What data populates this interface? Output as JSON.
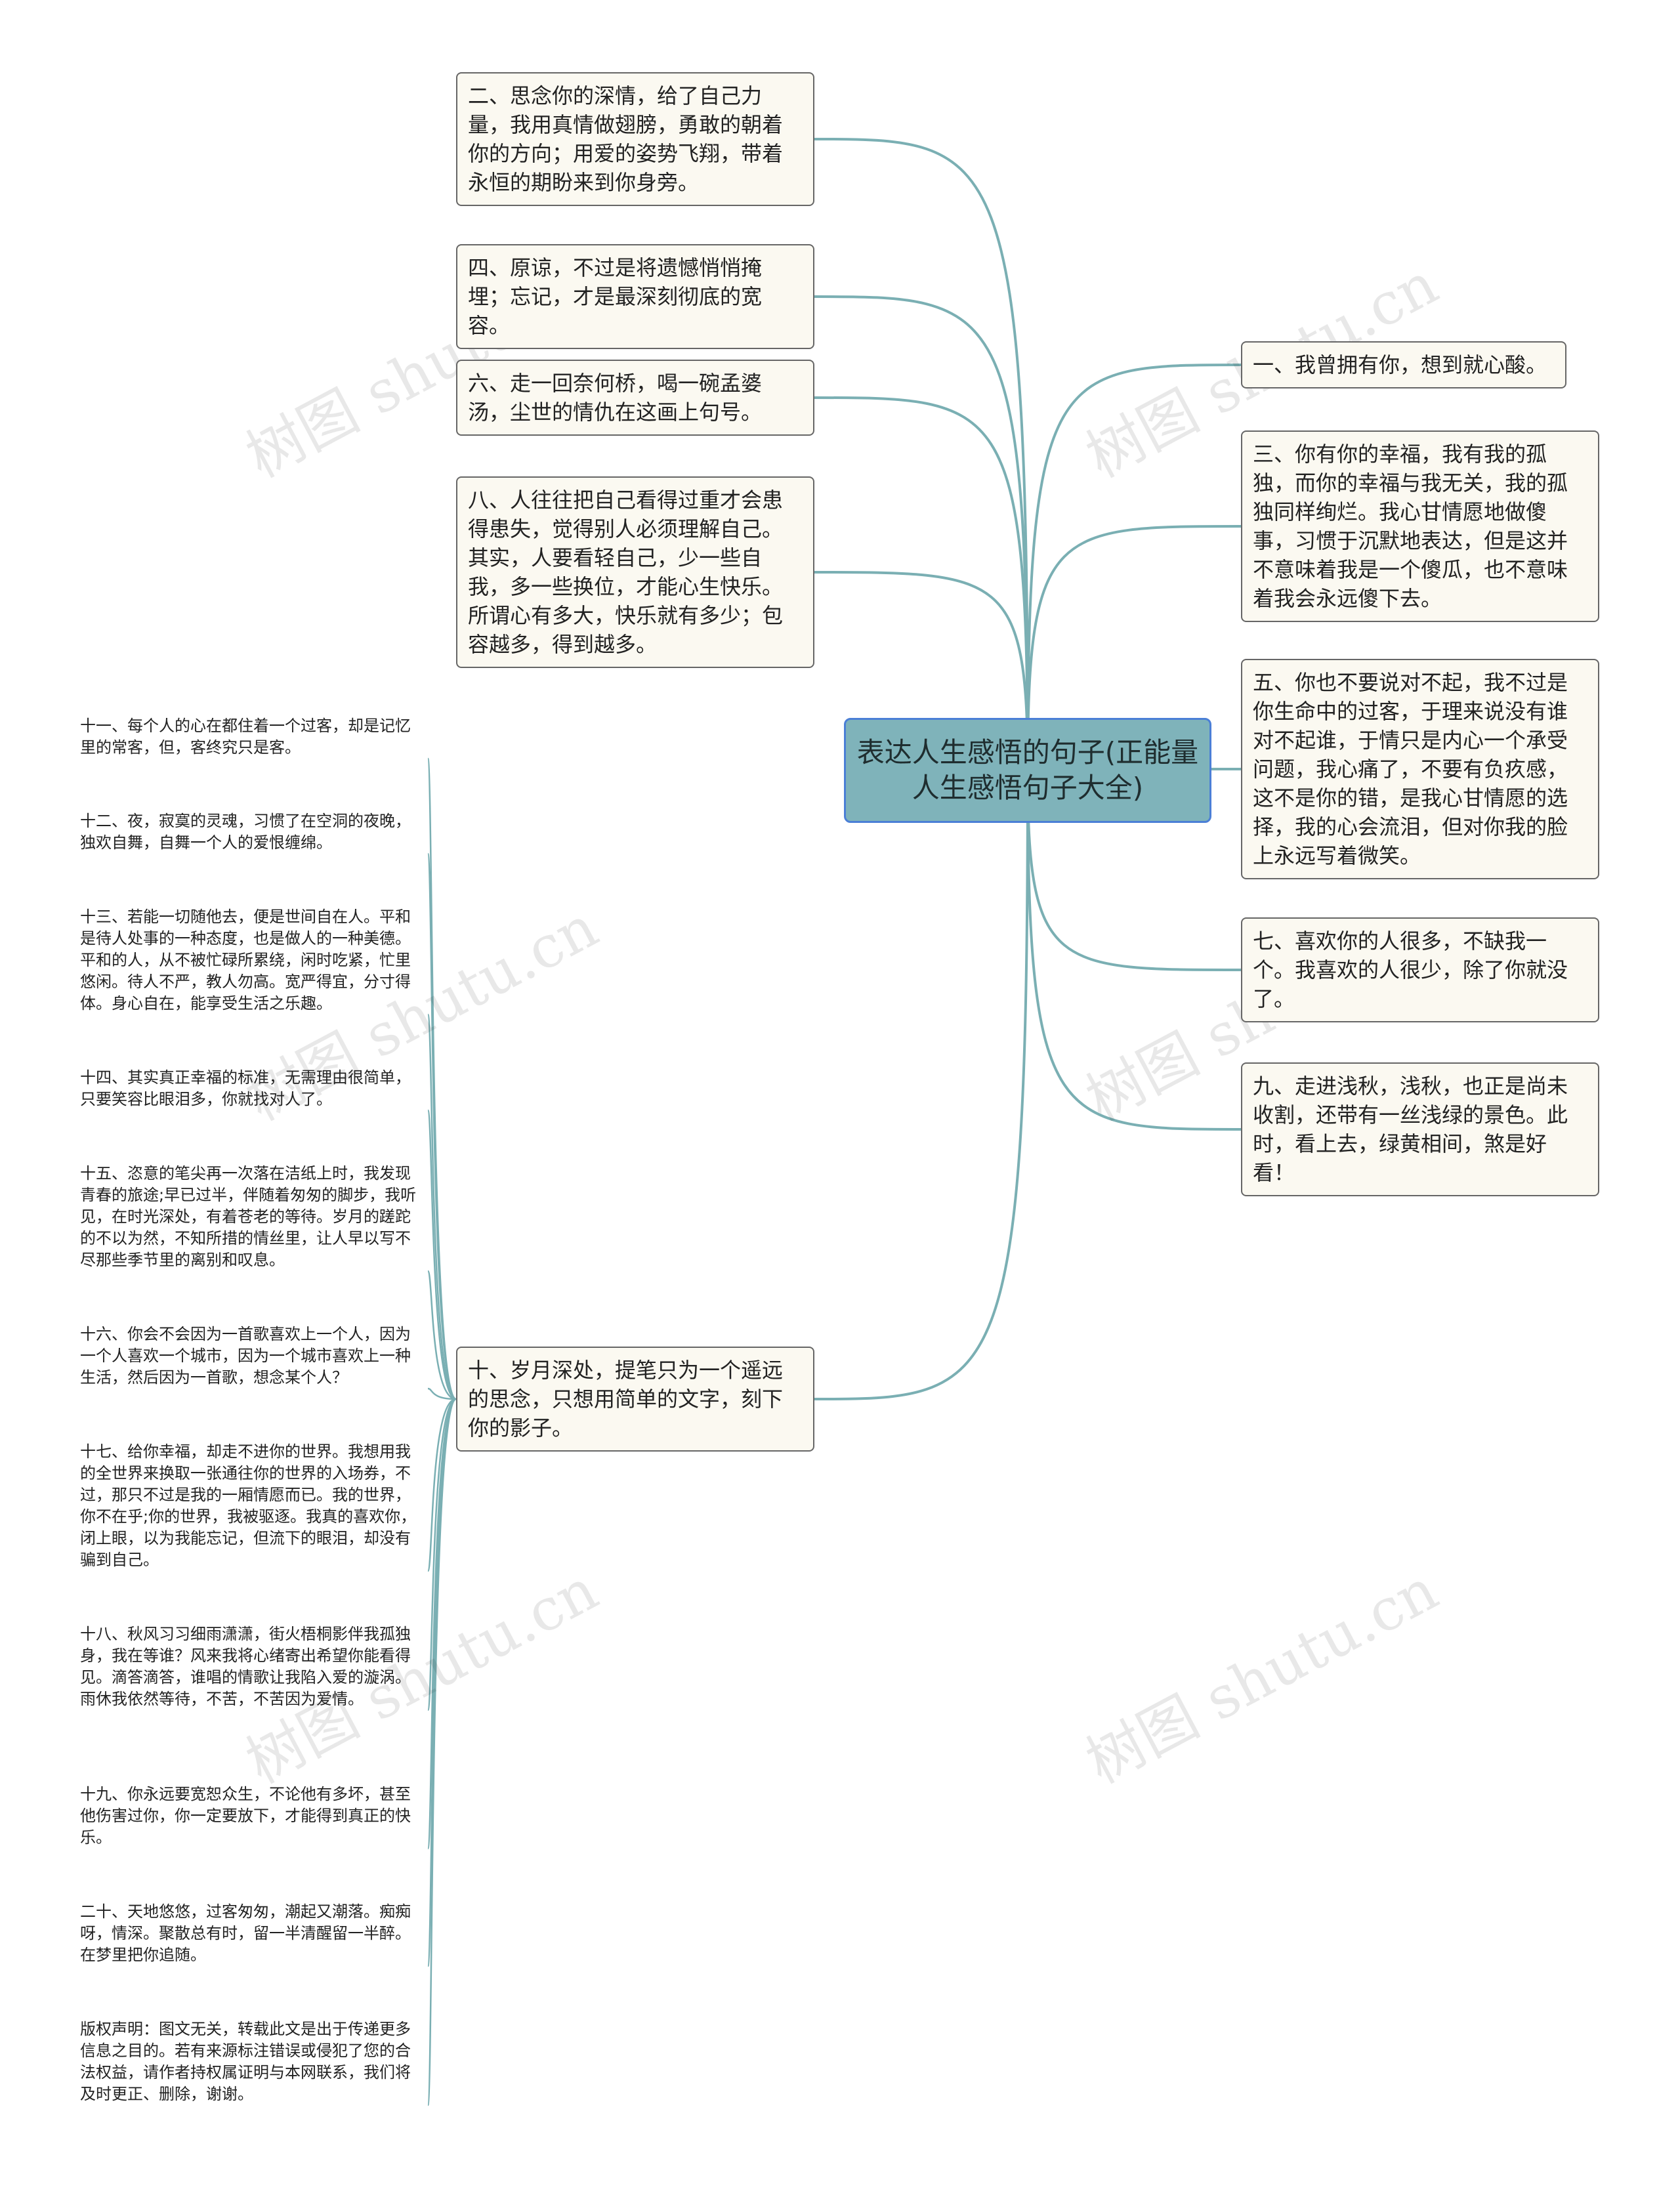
{
  "root": {
    "text": "表达人生感悟的句子(正能量人生感悟句子大全)"
  },
  "right_nodes": [
    {
      "text": "一、我曾拥有你，想到就心酸。"
    },
    {
      "text": "三、你有你的幸福，我有我的孤独，而你的幸福与我无关，我的孤独同样绚烂。我心甘情愿地做傻事，习惯于沉默地表达，但是这并不意味着我是一个傻瓜，也不意味着我会永远傻下去。"
    },
    {
      "text": "五、你也不要说对不起，我不过是你生命中的过客，于理来说没有谁对不起谁，于情只是内心一个承受问题，我心痛了，不要有负疚感，这不是你的错，是我心甘情愿的选择，我的心会流泪，但对你我的脸上永远写着微笑。"
    },
    {
      "text": "七、喜欢你的人很多，不缺我一个。我喜欢的人很少，除了你就没了。"
    },
    {
      "text": "九、走进浅秋，浅秋，也正是尚未收割，还带有一丝浅绿的景色。此时，看上去，绿黄相间，煞是好看！"
    }
  ],
  "left_nodes": [
    {
      "text": "二、思念你的深情，给了自己力量，我用真情做翅膀，勇敢的朝着你的方向；用爱的姿势飞翔，带着永恒的期盼来到你身旁。"
    },
    {
      "text": "四、原谅，不过是将遗憾悄悄掩埋；忘记，才是最深刻彻底的宽容。"
    },
    {
      "text": "六、走一回奈何桥，喝一碗孟婆汤，尘世的情仇在这画上句号。"
    },
    {
      "text": "八、人往往把自己看得过重才会患得患失，觉得别人必须理解自己。其实，人要看轻自己，少一些自我，多一些换位，才能心生快乐。所谓心有多大，快乐就有多少；包容越多，得到越多。"
    },
    {
      "text": "十、岁月深处，提笔只为一个遥远的思念，只想用简单的文字，刻下你的影子。"
    }
  ],
  "leaf_nodes": [
    {
      "text": "十一、每个人的心在都住着一个过客，却是记忆里的常客，但，客终究只是客。"
    },
    {
      "text": "十二、夜，寂寞的灵魂，习惯了在空洞的夜晚，独欢自舞，自舞一个人的爱恨缠绵。"
    },
    {
      "text": "十三、若能一切随他去，便是世间自在人。平和是待人处事的一种态度，也是做人的一种美德。平和的人，从不被忙碌所累绕，闲时吃紧，忙里悠闲。待人不严，教人勿高。宽严得宜，分寸得体。身心自在，能享受生活之乐趣。"
    },
    {
      "text": "十四、其实真正幸福的标准，无需理由很简单，只要笑容比眼泪多，你就找对人了。"
    },
    {
      "text": "十五、恣意的笔尖再一次落在洁纸上时，我发现青春的旅途;早已过半，伴随着匆匆的脚步，我听见，在时光深处，有着苍老的等待。岁月的蹉跎的不以为然，不知所措的情丝里，让人早以写不尽那些季节里的离别和叹息。"
    },
    {
      "text": "十六、你会不会因为一首歌喜欢上一个人，因为一个人喜欢一个城市，因为一个城市喜欢上一种生活，然后因为一首歌，想念某个人？"
    },
    {
      "text": "十七、给你幸福，却走不进你的世界。我想用我的全世界来换取一张通往你的世界的入场券，不过，那只不过是我的一厢情愿而已。我的世界，你不在乎;你的世界，我被驱逐。我真的喜欢你，闭上眼，以为我能忘记，但流下的眼泪，却没有骗到自己。"
    },
    {
      "text": "十八、秋风习习细雨潇潇，街火梧桐影伴我孤独身，我在等谁？风来我将心绪寄出希望你能看得见。滴答滴答，谁唱的情歌让我陷入爱的漩涡。雨休我依然等待，不苦，不苦因为爱情。"
    },
    {
      "text": "十九、你永远要宽恕众生，不论他有多坏，甚至他伤害过你，你一定要放下，才能得到真正的快乐。"
    },
    {
      "text": "二十、天地悠悠，过客匆匆，潮起又潮落。痴痴呀，情深。聚散总有时，留一半清醒留一半醉。在梦里把你追随。"
    },
    {
      "text": "版权声明：图文无关，转载此文是出于传递更多信息之目的。若有来源标注错误或侵犯了您的合法权益，请作者持权属证明与本网联系，我们将及时更正、删除，谢谢。"
    }
  ],
  "watermarks": [
    "树图 shutu.cn",
    "树图 shutu.cn",
    "树图 shutu.cn",
    "树图 shutu.cn",
    "树图 shutu.cn",
    "树图 shutu.cn"
  ],
  "colors": {
    "line": "#7aafb3",
    "root_fill": "#7fb3ba",
    "root_border": "#4b7fd6",
    "node_fill": "#fbf9f1"
  }
}
